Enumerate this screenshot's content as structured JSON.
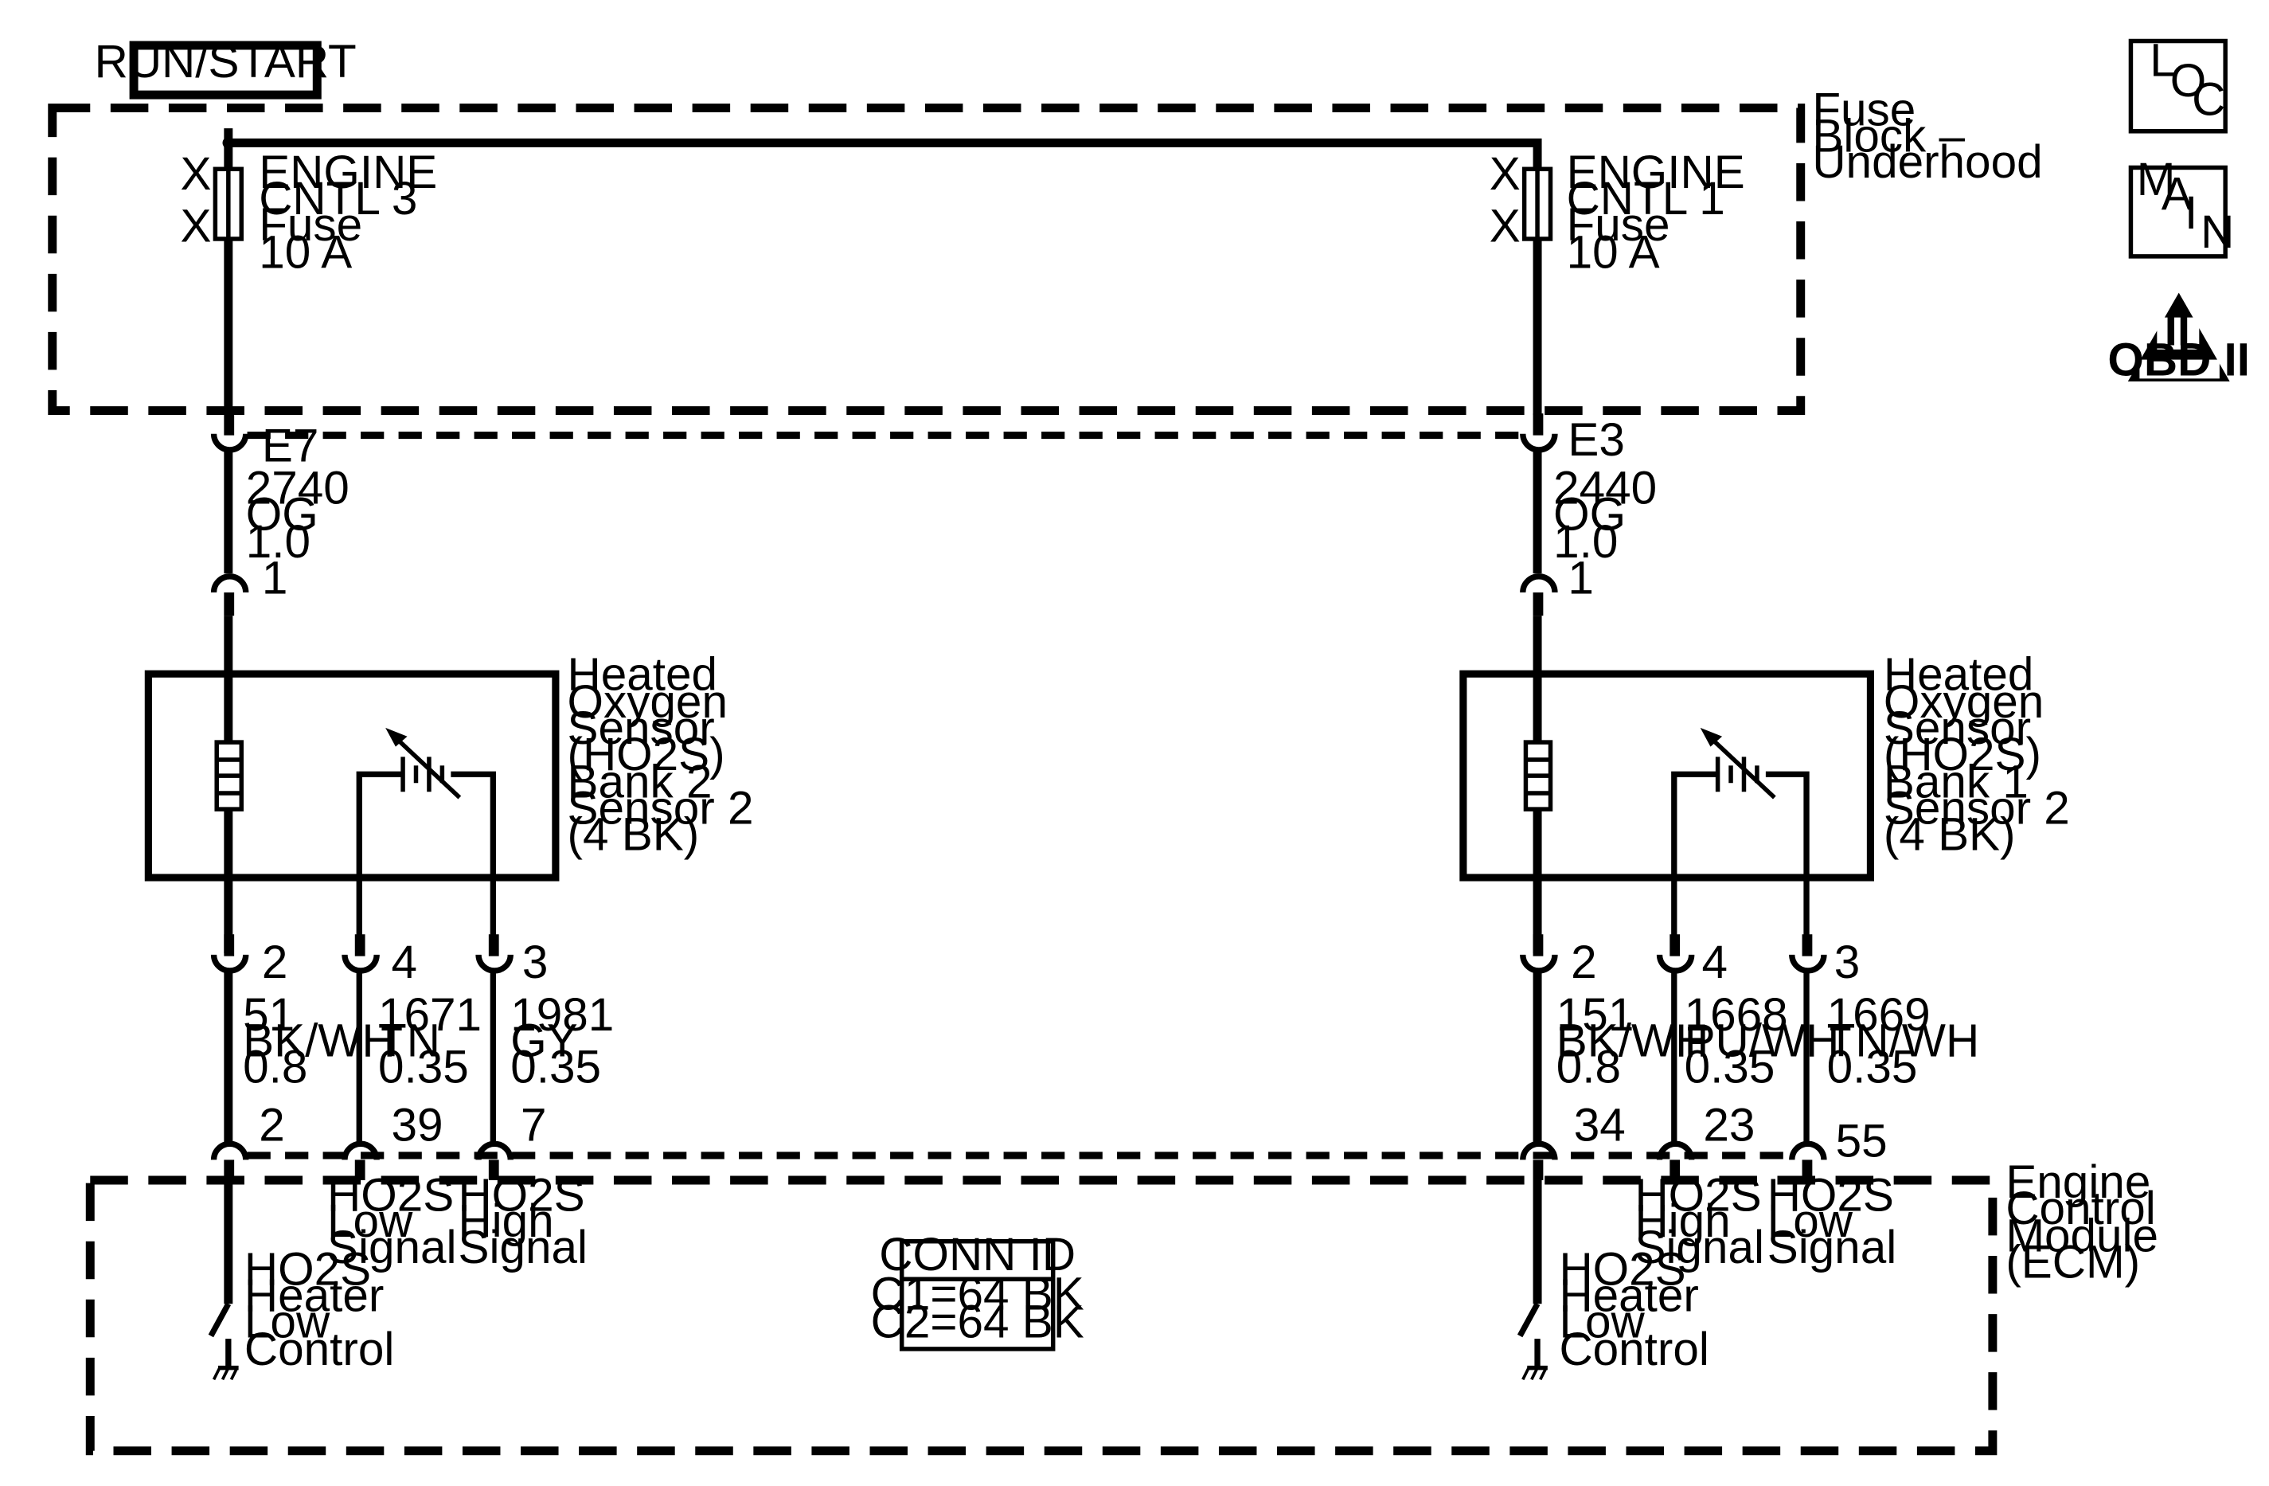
{
  "supply": {
    "label": "RUN/START"
  },
  "fuse_block": {
    "label": [
      "Fuse",
      "Block –",
      "Underhood"
    ]
  },
  "fuses": [
    {
      "id": "left",
      "name": [
        "ENGINE",
        "CNTL 3",
        "Fuse",
        "10 A"
      ],
      "mark": "X"
    },
    {
      "id": "right",
      "name": [
        "ENGINE",
        "CNTL 1",
        "Fuse",
        "10 A"
      ],
      "mark": "X"
    }
  ],
  "fuse_connectors": [
    {
      "id": "left",
      "pin": "E7"
    },
    {
      "id": "right",
      "pin": "E3"
    }
  ],
  "supply_wires": [
    {
      "id": "left",
      "circuit": "2740",
      "color": "OG",
      "gauge": "1.0"
    },
    {
      "id": "right",
      "circuit": "2440",
      "color": "OG",
      "gauge": "1.0"
    }
  ],
  "sensor_top_pins": [
    {
      "id": "left",
      "pin": "1"
    },
    {
      "id": "right",
      "pin": "1"
    }
  ],
  "sensors": [
    {
      "id": "bank2",
      "label": [
        "Heated",
        "Oxygen",
        "Sensor",
        "(HO2S)",
        "Bank 2",
        "Sensor 2",
        "(4 BK)"
      ]
    },
    {
      "id": "bank1",
      "label": [
        "Heated",
        "Oxygen",
        "Sensor",
        "(HO2S)",
        "Bank 1",
        "Sensor 2",
        "(4 BK)"
      ]
    }
  ],
  "sensor_pins": [
    {
      "id": "l-heater",
      "pin": "2"
    },
    {
      "id": "l-low",
      "pin": "4"
    },
    {
      "id": "l-high",
      "pin": "3"
    },
    {
      "id": "r-heater",
      "pin": "2"
    },
    {
      "id": "r-high",
      "pin": "4"
    },
    {
      "id": "r-low",
      "pin": "3"
    }
  ],
  "signal_wires": [
    {
      "id": "l-heater",
      "circuit": "51",
      "color": "BK/WH",
      "gauge": "0.8"
    },
    {
      "id": "l-low",
      "circuit": "1671",
      "color": "TN",
      "gauge": "0.35"
    },
    {
      "id": "l-high",
      "circuit": "1981",
      "color": "GY",
      "gauge": "0.35"
    },
    {
      "id": "r-heater",
      "circuit": "151",
      "color": "BK/WH",
      "gauge": "0.8"
    },
    {
      "id": "r-high",
      "circuit": "1668",
      "color": "PU/WH",
      "gauge": "0.35"
    },
    {
      "id": "r-low",
      "circuit": "1669",
      "color": "TN/WH",
      "gauge": "0.35"
    }
  ],
  "ecm_pins": [
    {
      "id": "l-heater",
      "pin": "2"
    },
    {
      "id": "l-low",
      "pin": "39"
    },
    {
      "id": "l-high",
      "pin": "7"
    },
    {
      "id": "r-heater",
      "pin": "34"
    },
    {
      "id": "r-high",
      "pin": "23"
    },
    {
      "id": "r-low",
      "pin": "55"
    }
  ],
  "ecm_signals": [
    {
      "id": "l-low",
      "label": [
        "HO2S",
        "Low",
        "Signal"
      ]
    },
    {
      "id": "l-high",
      "label": [
        "HO2S",
        "High",
        "Signal"
      ]
    },
    {
      "id": "r-high",
      "label": [
        "HO2S",
        "High",
        "Signal"
      ]
    },
    {
      "id": "r-low",
      "label": [
        "HO2S",
        "Low",
        "Signal"
      ]
    },
    {
      "id": "l-heater",
      "label": [
        "HO2S",
        "Heater",
        "Low",
        "Control"
      ]
    },
    {
      "id": "r-heater",
      "label": [
        "HO2S",
        "Heater",
        "Low",
        "Control"
      ]
    }
  ],
  "ecm": {
    "label": [
      "Engine",
      "Control",
      "Module",
      "(ECM)"
    ]
  },
  "conn_id": {
    "title": "CONN ID",
    "rows": [
      "C1=64 BK",
      "C2=64 BK"
    ]
  },
  "legend_icons": {
    "loc": {
      "letters": [
        "L",
        "O",
        "C"
      ],
      "icon": "loc-icon"
    },
    "main": {
      "letters": [
        "M",
        "A",
        "I",
        "N"
      ],
      "icon": "main-icon"
    },
    "obd": {
      "symbol": "II",
      "label": "OBD II",
      "icon": "obd-ii-icon"
    }
  }
}
